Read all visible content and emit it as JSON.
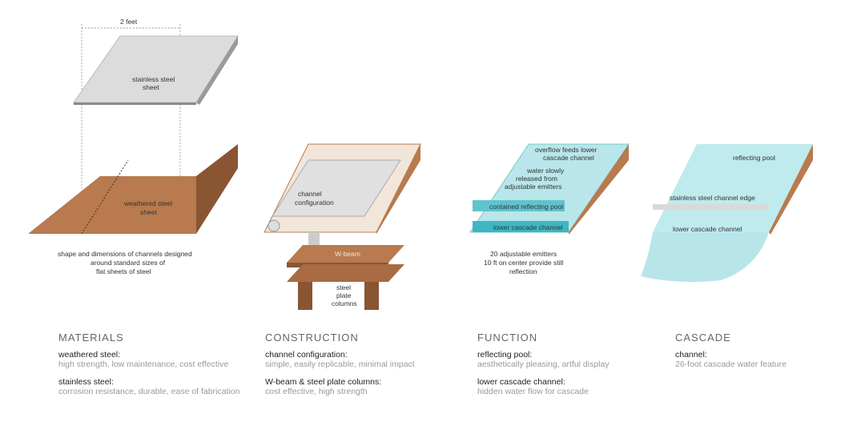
{
  "materials": {
    "dimension_label": "2 feet",
    "sheet_label": [
      "stainless steel",
      "sheet"
    ],
    "weathered_label": [
      "weathered steel",
      "sheet"
    ],
    "caption": [
      "shape and dimensions of channels designed",
      "around standard sizes of",
      "flat sheets of steel"
    ]
  },
  "construction": {
    "channel_label": [
      "channel",
      "configuration"
    ],
    "wbeam_label": "W-beam",
    "columns_label": [
      "steel",
      "plate",
      "columns"
    ]
  },
  "function": {
    "overflow_label": [
      "overflow feeds lower",
      "cascade channel"
    ],
    "water_label": [
      "water slowly",
      "released from",
      "adjustable emitters"
    ],
    "pool_label": "contained reflecting pool",
    "lower_label": "lower cascade channel",
    "caption": [
      "20 adjustable emitters",
      "10 ft on center provide still",
      "reflection"
    ]
  },
  "cascade": {
    "pool_label": "reflecting pool",
    "edge_label": "stainless steel channel edge",
    "lower_label": "lower cascade channel"
  },
  "sections": [
    {
      "title": "MATERIALS",
      "items": [
        {
          "term": "weathered steel:",
          "desc": "high strength, low maintenance, cost effective"
        },
        {
          "term": "stainless steel:",
          "desc": "corrosion resistance, durable, ease of fabrication"
        }
      ]
    },
    {
      "title": "CONSTRUCTION",
      "items": [
        {
          "term": "channel configuration:",
          "desc": "simple, easily replicable, minimal impact"
        },
        {
          "term": "W-beam & steel plate columns:",
          "desc": "cost effective, high strength"
        }
      ]
    },
    {
      "title": "FUNCTION",
      "items": [
        {
          "term": "reflecting pool:",
          "desc": "aesthetically pleasing, artful display"
        },
        {
          "term": "lower cascade channel:",
          "desc": "hidden water flow for cascade"
        }
      ]
    },
    {
      "title": "CASCADE",
      "items": [
        {
          "term": "channel:",
          "desc": "26-foot cascade water feature"
        }
      ]
    }
  ],
  "colors": {
    "rust": "#b87a4e",
    "rust_dark": "#8a5533",
    "steel": "#d8d8d8",
    "water": "#aee3e6",
    "water_dark": "#3fb6c2"
  }
}
